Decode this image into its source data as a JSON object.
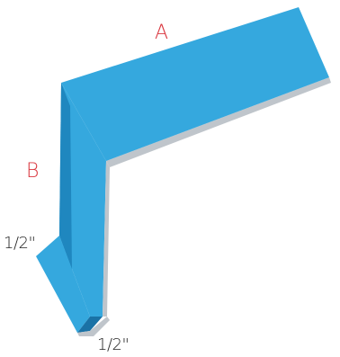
{
  "diagram": {
    "labels": {
      "a": "A",
      "b": "B",
      "hem_top": "1/2\"",
      "hem_bottom": "1/2\""
    },
    "colors": {
      "metal_face": "#35A8DE",
      "metal_side": "#1F87BF",
      "metal_dark": "#1A72A6",
      "edge_highlight": "#BFC5CB",
      "dimension_red": "#D9363E",
      "dimension_dark": "#222222"
    }
  }
}
